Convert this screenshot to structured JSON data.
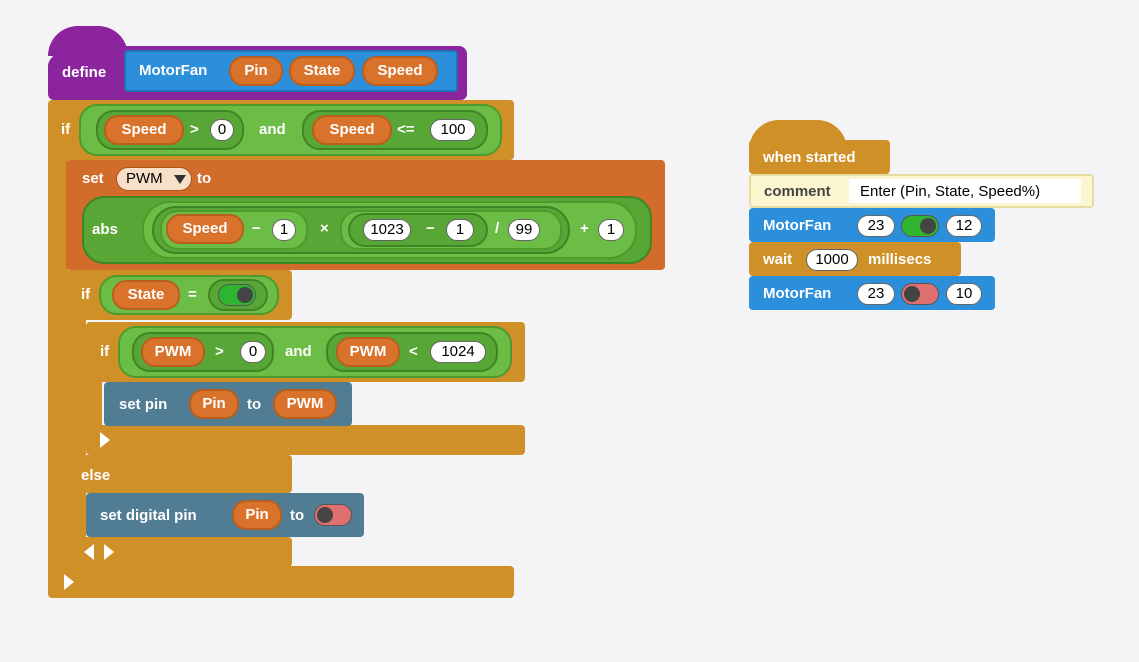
{
  "colors": {
    "control": "#d09028",
    "variable_set": "#d16c2a",
    "operators": "#58a636",
    "procedure": "#2b8fdc",
    "define_hat": "#8c259d",
    "pins": "#517d94",
    "comment": "#fbf6cf"
  },
  "define_block": {
    "keyword": "define",
    "proc_name": "MotorFan",
    "params": [
      "Pin",
      "State",
      "Speed"
    ]
  },
  "if1": {
    "keyword": "if",
    "left_var": "Speed",
    "op1": ">",
    "val1": "0",
    "and": "and",
    "right_var": "Speed",
    "op2": "<=",
    "val2": "100"
  },
  "set_pwm": {
    "keyword": "set",
    "var": "PWM",
    "dropdown_icon": "triangle-down-icon",
    "to": "to"
  },
  "expr": {
    "abs": "abs",
    "speed": "Speed",
    "minus1": "−",
    "one1": "1",
    "times": "×",
    "v1023": "1023",
    "minus2": "−",
    "one2": "1",
    "div": "/",
    "v99": "99",
    "plus": "+",
    "one3": "1"
  },
  "if_state": {
    "keyword": "if",
    "var": "State",
    "op": "=",
    "toggle_state": "on"
  },
  "if_pwm": {
    "keyword": "if",
    "left_var": "PWM",
    "op1": ">",
    "val1": "0",
    "and": "and",
    "right_var": "PWM",
    "op2": "<",
    "val2": "1024"
  },
  "set_pin": {
    "label": "set pin",
    "pin": "Pin",
    "to": "to",
    "value": "PWM"
  },
  "else_label": "else",
  "set_digital": {
    "label": "set digital pin",
    "pin": "Pin",
    "to": "to",
    "toggle_state": "off"
  },
  "script2": {
    "hat": "when started",
    "comment_label": "comment",
    "comment_text": "Enter (Pin, State, Speed%)",
    "call1": {
      "name": "MotorFan",
      "pin": "23",
      "state": "on",
      "speed": "12"
    },
    "wait": {
      "label": "wait",
      "value": "1000",
      "unit": "millisecs"
    },
    "call2": {
      "name": "MotorFan",
      "pin": "23",
      "state": "off",
      "speed": "10"
    }
  }
}
